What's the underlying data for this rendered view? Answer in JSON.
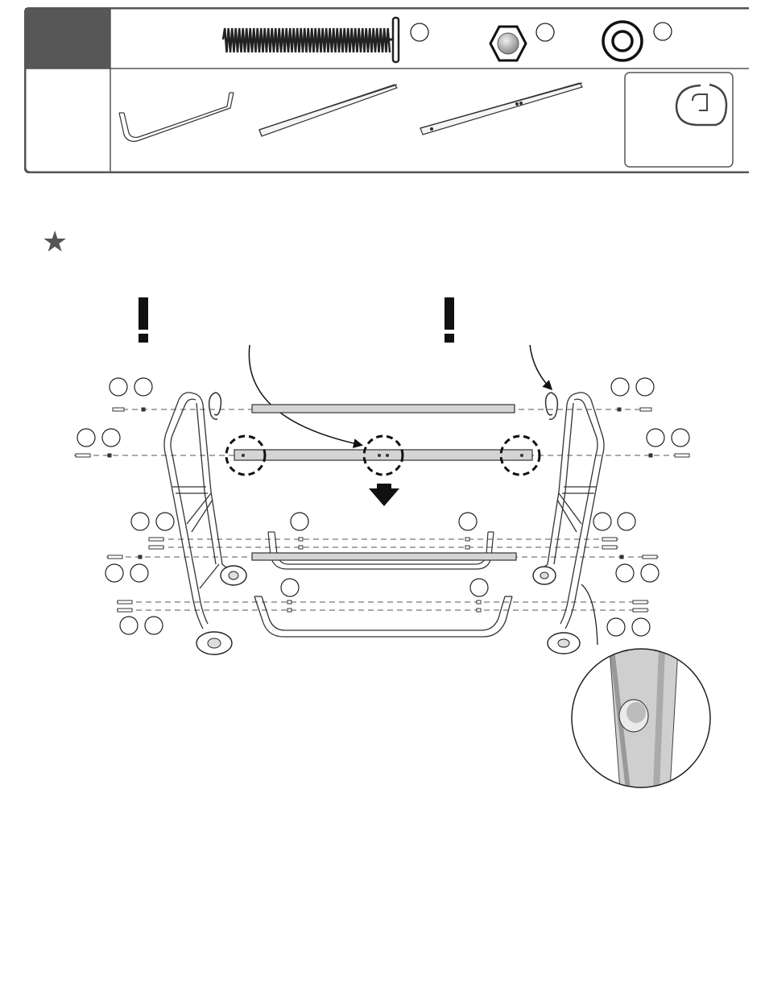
{
  "doc": {
    "header_step_label": "",
    "hardware_labels": [
      "",
      "",
      ""
    ],
    "star_note": ""
  },
  "colors": {
    "frame": "#555555",
    "panel_dark": "#575757",
    "star": "#555555",
    "ink": "#222222",
    "bar_fill": "#d4d4d4"
  },
  "icons": [
    "screw-icon",
    "hex-nut-icon",
    "washer-icon",
    "left-bracket-part",
    "short-bar-part",
    "long-bar-part",
    "clip-part",
    "star-icon",
    "warning-icon",
    "down-arrow-icon",
    "magnifier-callout"
  ]
}
